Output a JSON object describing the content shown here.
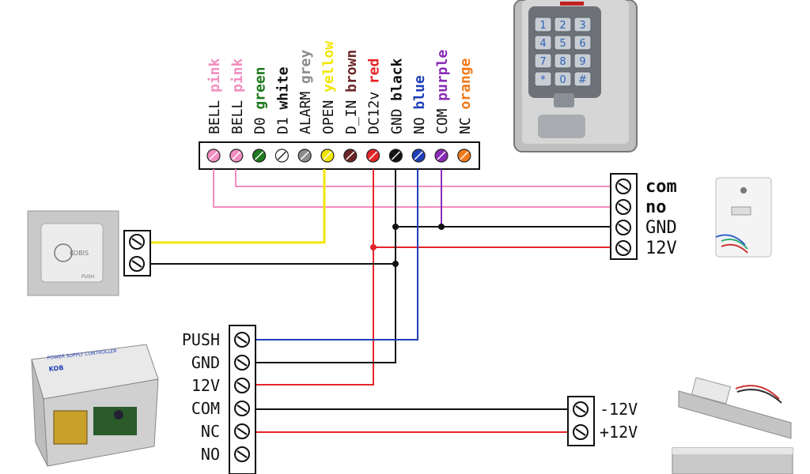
{
  "terminal_strip": {
    "pins": [
      {
        "name": "BELL",
        "color_name": "pink",
        "hex": "#f28ec0"
      },
      {
        "name": "BELL",
        "color_name": "pink",
        "hex": "#f28ec0"
      },
      {
        "name": "D0",
        "color_name": "green",
        "hex": "#1e7a1e"
      },
      {
        "name": "D1",
        "color_name": "white",
        "hex": "#ffffff"
      },
      {
        "name": "ALARM",
        "color_name": "grey",
        "hex": "#8c8c8c"
      },
      {
        "name": "OPEN",
        "color_name": "yellow",
        "hex": "#f2e600"
      },
      {
        "name": "D_IN",
        "color_name": "brown",
        "hex": "#6b2424"
      },
      {
        "name": "DC12v",
        "color_name": "red",
        "hex": "#e5252a"
      },
      {
        "name": "GND",
        "color_name": "black",
        "hex": "#111111"
      },
      {
        "name": "NO",
        "color_name": "blue",
        "hex": "#1f3fb8"
      },
      {
        "name": "COM",
        "color_name": "purple",
        "hex": "#8a2bb8"
      },
      {
        "name": "NC",
        "color_name": "orange",
        "hex": "#f07a1a"
      }
    ]
  },
  "bell_terminals": [
    "com",
    "no",
    "GND",
    "12V"
  ],
  "power_terminals": [
    "PUSH",
    "GND",
    "12V",
    "COM",
    "NC",
    "NO"
  ],
  "lock_terminals": [
    "-12V",
    "+12V"
  ],
  "keypad_keys": [
    "1",
    "2",
    "3",
    "4",
    "5",
    "6",
    "7",
    "8",
    "9",
    "*",
    "0",
    "#"
  ],
  "power_supply": {
    "brand": "KOB",
    "title": "POWER SUPPLY CONTROLLER"
  },
  "exit_button": {
    "brand": "KOBIS",
    "caption": "PUSH"
  }
}
